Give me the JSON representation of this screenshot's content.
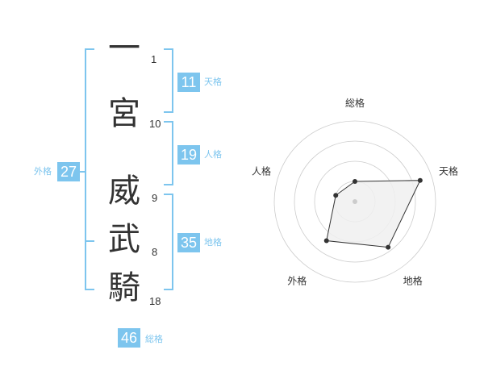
{
  "name": {
    "characters": [
      {
        "char": "一",
        "strokes": "1"
      },
      {
        "char": "宮",
        "strokes": "10"
      },
      {
        "char": "威",
        "strokes": "9"
      },
      {
        "char": "武",
        "strokes": "8"
      },
      {
        "char": "騎",
        "strokes": "18"
      }
    ]
  },
  "scores": {
    "tenkaku": {
      "value": "11",
      "label": "天格"
    },
    "jinkaku": {
      "value": "19",
      "label": "人格"
    },
    "chikaku": {
      "value": "35",
      "label": "地格"
    },
    "gaikaku": {
      "value": "27",
      "label": "外格"
    },
    "soukaku": {
      "value": "46",
      "label": "総格"
    }
  },
  "colors": {
    "accent": "#7dc5ee",
    "text": "#333333",
    "radar_fill": "#f0f0f0",
    "radar_grid": "#cccccc"
  },
  "chart_data": {
    "type": "radar",
    "axes": [
      "総格",
      "天格",
      "地格",
      "外格",
      "人格"
    ],
    "series": [
      {
        "values": [
          0.25,
          0.85,
          0.7,
          0.6,
          0.25
        ]
      }
    ],
    "range": [
      0,
      1
    ],
    "rings": 4,
    "grid": true
  }
}
